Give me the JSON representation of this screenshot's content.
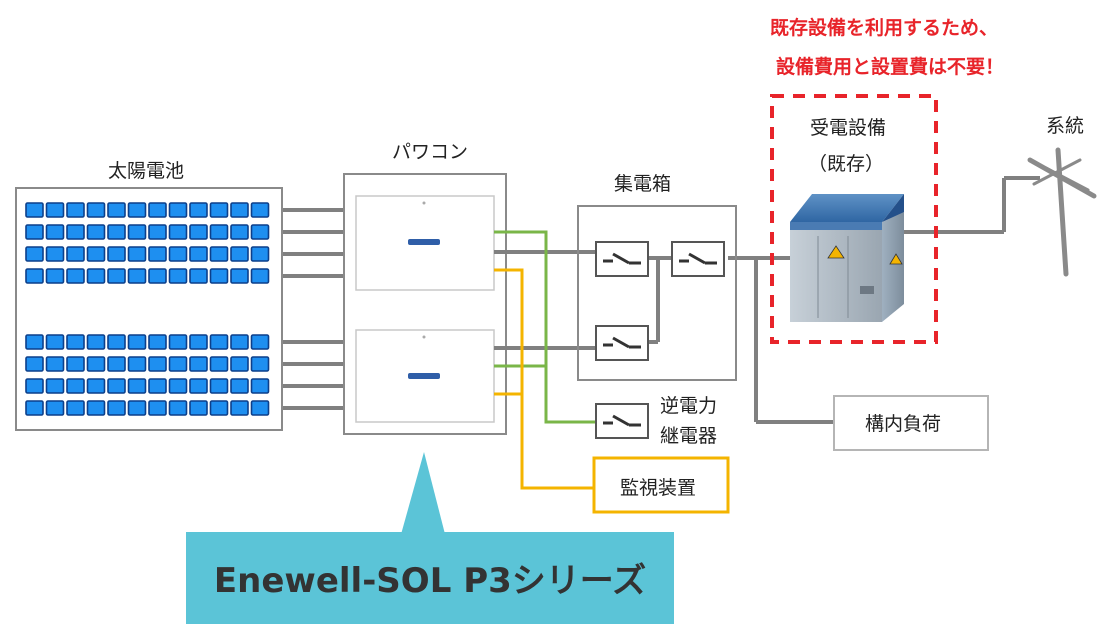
{
  "notice": {
    "line1": "既存設備を利用するため、",
    "line2": "設備費用と設置費は不要！",
    "color": "#e8242a"
  },
  "labels": {
    "solar": "太陽電池",
    "pcs": "パワコン",
    "collector": "集電箱",
    "substation_line1": "受電設備",
    "substation_line2": "（既存）",
    "grid": "系統",
    "relay_line1": "逆電力",
    "relay_line2": "継電器",
    "monitor": "監視装置",
    "load": "構内負荷"
  },
  "product": {
    "name": "Enewell-SOL P3シリーズ",
    "color": "#5bc4d7"
  },
  "wire_colors": {
    "dc": "#808080",
    "signal_green": "#7ab648",
    "signal_yellow": "#f4b400"
  }
}
